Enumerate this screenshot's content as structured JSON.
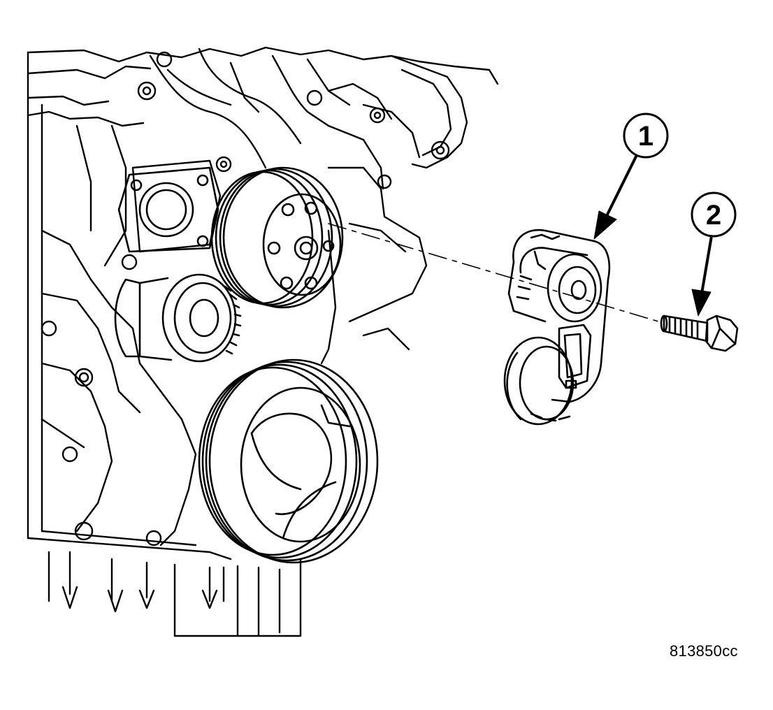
{
  "callouts": [
    {
      "id": "1",
      "label": "1"
    },
    {
      "id": "2",
      "label": "2"
    }
  ],
  "figure_id": "813850cc",
  "colors": {
    "ink": "#000000",
    "paper": "#ffffff"
  }
}
